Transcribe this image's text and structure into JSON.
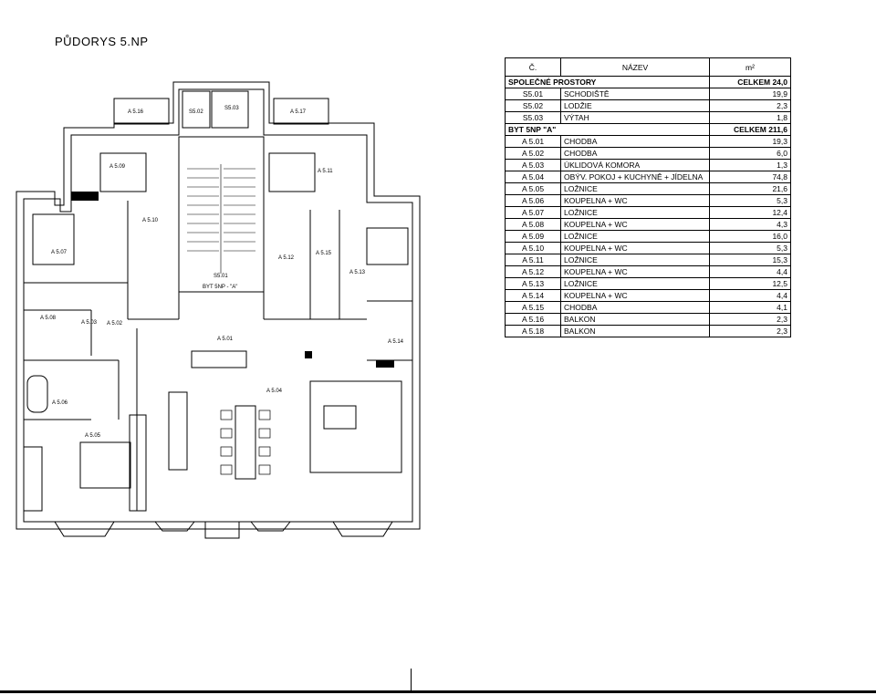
{
  "title": "PŮDORYS  5.NP",
  "table": {
    "headers": [
      "Č.",
      "NÁZEV",
      "m²"
    ],
    "sections": [
      {
        "label": "SPOLEČNÉ PROSTORY",
        "total": "CELKEM 24,0",
        "rows": [
          {
            "id": "S5.01",
            "name": "SCHODIŠTĚ",
            "area": "19,9"
          },
          {
            "id": "S5.02",
            "name": "LODŽIE",
            "area": "2,3"
          },
          {
            "id": "S5.03",
            "name": "VÝTAH",
            "area": "1,8"
          }
        ]
      },
      {
        "label": "BYT 5NP \"A\"",
        "total": "CELKEM 211,6",
        "rows": [
          {
            "id": "A 5.01",
            "name": "CHODBA",
            "area": "19,3"
          },
          {
            "id": "A 5.02",
            "name": "CHODBA",
            "area": "6,0"
          },
          {
            "id": "A 5.03",
            "name": "ÚKLIDOVÁ KOMORA",
            "area": "1,3"
          },
          {
            "id": "A 5.04",
            "name": "OBÝV. POKOJ + KUCHYNĚ + JÍDELNA",
            "area": "74,8"
          },
          {
            "id": "A 5.05",
            "name": "LOŽNICE",
            "area": "21,6"
          },
          {
            "id": "A 5.06",
            "name": "KOUPELNA + WC",
            "area": "5,3"
          },
          {
            "id": "A 5.07",
            "name": "LOŽNICE",
            "area": "12,4"
          },
          {
            "id": "A 5.08",
            "name": "KOUPELNA + WC",
            "area": "4,3"
          },
          {
            "id": "A 5.09",
            "name": "LOŽNICE",
            "area": "16,0"
          },
          {
            "id": "A 5.10",
            "name": "KOUPELNA + WC",
            "area": "5,3"
          },
          {
            "id": "A 5.11",
            "name": "LOŽNICE",
            "area": "15,3"
          },
          {
            "id": "A 5.12",
            "name": "KOUPELNA + WC",
            "area": "4,4"
          },
          {
            "id": "A 5.13",
            "name": "LOŽNICE",
            "area": "12,5"
          },
          {
            "id": "A 5.14",
            "name": "KOUPELNA + WC",
            "area": "4,4"
          },
          {
            "id": "A 5.15",
            "name": "CHODBA",
            "area": "4,1"
          },
          {
            "id": "A 5.16",
            "name": "BALKON",
            "area": "2,3"
          },
          {
            "id": "A 5.18",
            "name": "BALKON",
            "area": "2,3"
          }
        ]
      }
    ]
  },
  "plan": {
    "labels": {
      "a516": "A 5.16",
      "s502": "S5.02",
      "s503": "S5.03",
      "a517": "A 5.17",
      "a509": "A 5.09",
      "a511": "A 5.11",
      "a510": "A 5.10",
      "a507": "A 5.07",
      "a512": "A 5.12",
      "a515": "A 5.15",
      "a513": "A 5.13",
      "s501": "S5.01",
      "byt": "BYT 5NP  - \"A\"",
      "a508": "A 5.08",
      "a503": "A 5.03",
      "a502": "A 5.02",
      "a514": "A 5.14",
      "a501": "A 5.01",
      "a506": "A 5.06",
      "a504": "A 5.04",
      "a505": "A 5.05"
    }
  }
}
